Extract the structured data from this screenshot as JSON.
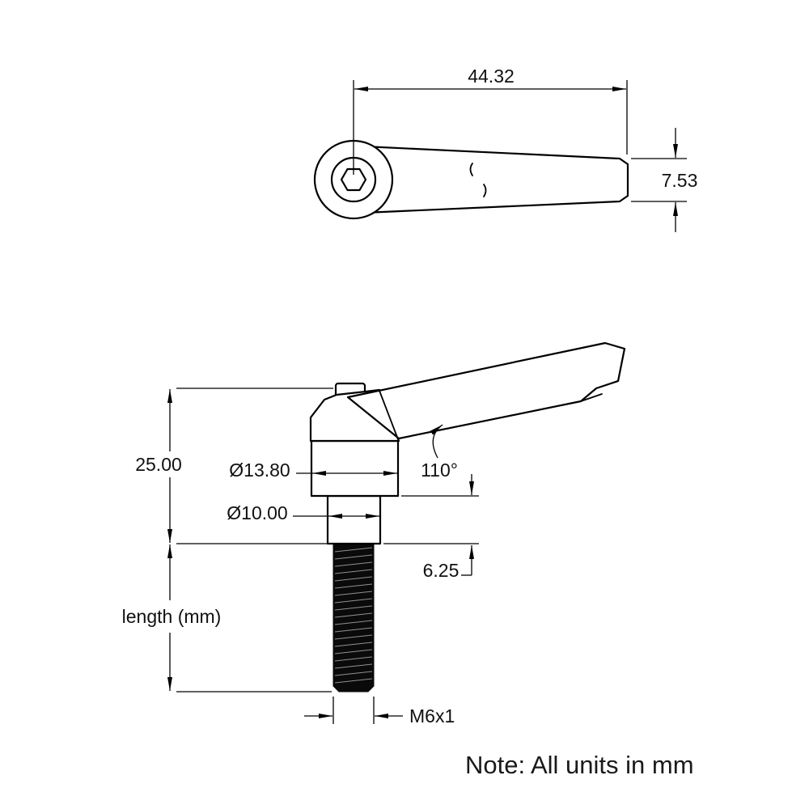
{
  "drawing": {
    "top_view": {
      "width_dim": "44.32",
      "end_height_dim": "7.53"
    },
    "side_view": {
      "height_dim": "25.00",
      "hub_diameter_dim": "Ø13.80",
      "neck_diameter_dim": "Ø10.00",
      "handle_angle_dim": "110°",
      "neck_length_dim": "6.25",
      "stud_length_dim": "length (mm)",
      "thread_dim": "M6x1"
    },
    "note": "Note: All units in mm",
    "colors": {
      "line": "#000000",
      "text": "#1a1a1a",
      "background": "#ffffff"
    }
  }
}
